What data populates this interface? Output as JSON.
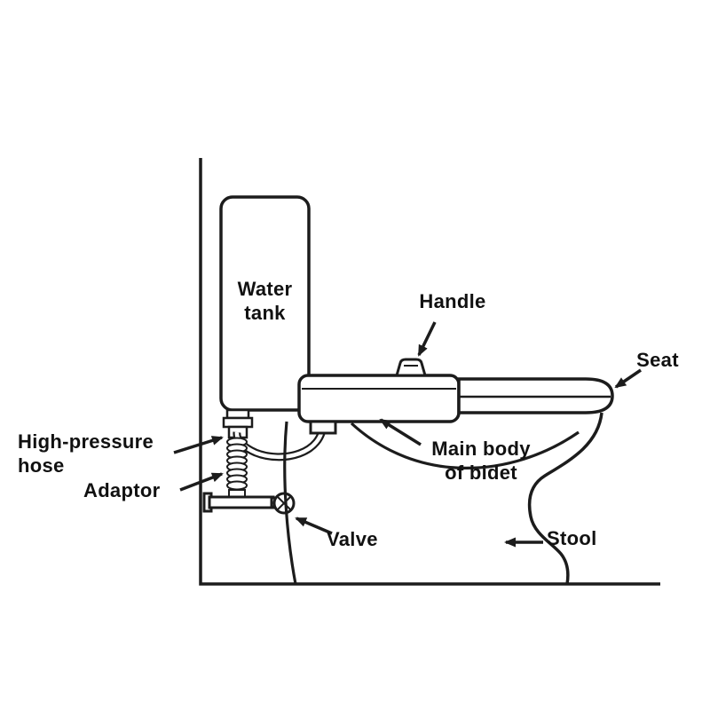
{
  "colors": {
    "line": "#1c1c1c",
    "text": "#111111",
    "background": "#ffffff"
  },
  "labels": {
    "water_tank": "Water\ntank",
    "handle": "Handle",
    "seat": "Seat",
    "high_pressure_hose": "High-pressure\nhose",
    "adaptor": "Adaptor",
    "main_body": "Main body\nof bidet",
    "valve": "Valve",
    "stool": "Stool"
  }
}
